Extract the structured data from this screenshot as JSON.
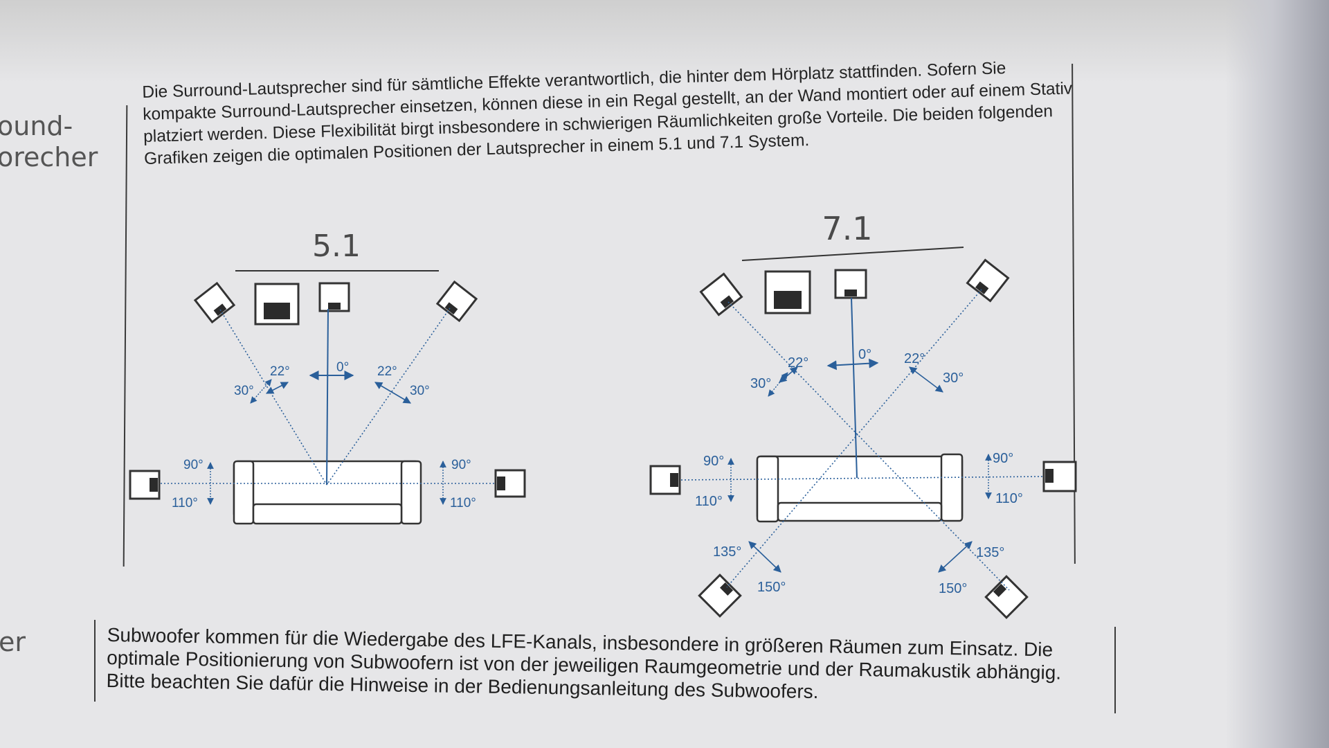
{
  "side_labels": {
    "surround_1": "ound-",
    "surround_2": "orecher",
    "subwoofer": "er"
  },
  "intro_paragraph": "Die Surround-Lautsprecher sind für sämtliche Effekte verantwortlich, die hinter dem Hörplatz stattfinden. Sofern Sie kompakte Surround-Lautsprecher einsetzen, können diese in ein Regal gestellt, an der Wand montiert oder auf einem Stativ platziert werden. Diese Flexibilität birgt insbesondere in schwierigen Räumlichkeiten große Vorteile. Die beiden folgenden Grafiken zeigen die optimalen Positionen der Lautsprecher in einem 5.1 und 7.1 System.",
  "diagram_51": {
    "title": "5.1",
    "angles": {
      "center": "0°",
      "front_left": "22°",
      "front_right": "22°",
      "wide_left": "30°",
      "wide_right": "30°",
      "side_left_upper": "90°",
      "side_left_lower": "110°",
      "side_right_upper": "90°",
      "side_right_lower": "110°"
    }
  },
  "diagram_71": {
    "title": "7.1",
    "angles": {
      "center": "0°",
      "front_left": "22°",
      "front_right": "22°",
      "wide_left": "30°",
      "wide_right": "30°",
      "side_left_upper": "90°",
      "side_left_lower": "110°",
      "side_right_upper": "90°",
      "side_right_lower": "110°",
      "rear_left_upper": "135°",
      "rear_left_lower": "150°",
      "rear_right_upper": "135°",
      "rear_right_lower": "150°"
    }
  },
  "subwoofer_paragraph": "Subwoofer kommen für die Wiedergabe des LFE-Kanals, insbesondere in größeren Räumen zum Einsatz. Die optimale Positionierung von Subwoofern ist von der jeweiligen Raumgeometrie und der Raumakustik abhängig. Bitte beachten Sie dafür die Hinweise in der Bedienungsanleitung des Subwoofers.",
  "colors": {
    "page": "#e6e6e8",
    "text": "#242424",
    "accent_blue": "#2a5f9a",
    "speaker_fill": "#2b2b2b"
  }
}
